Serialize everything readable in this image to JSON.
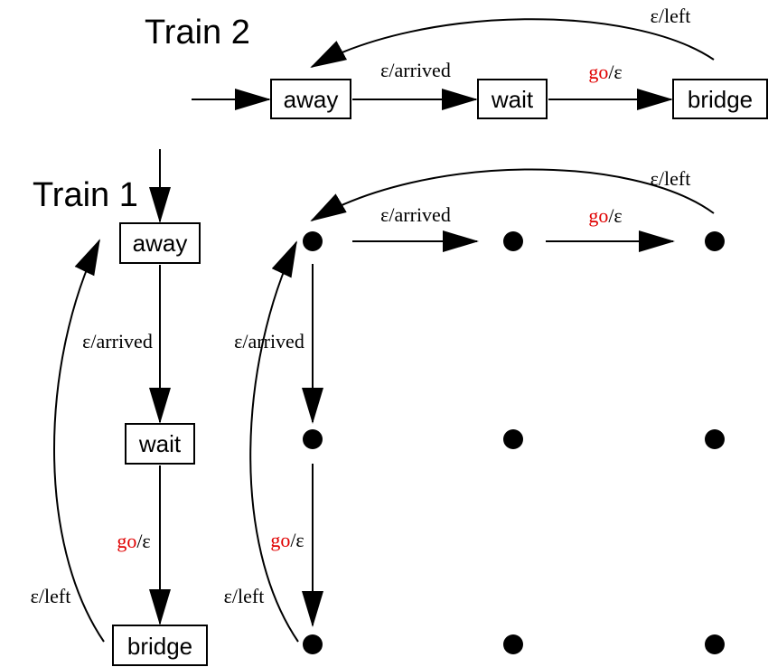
{
  "train2": {
    "title": "Train 2",
    "states": {
      "away": "away",
      "wait": "wait",
      "bridge": "bridge"
    },
    "edges": {
      "away_wait": {
        "prefix": "ε/arrived",
        "red": "",
        "suffix": ""
      },
      "wait_bridge": {
        "prefix": "",
        "red": "go",
        "suffix": "/ε"
      },
      "bridge_away": {
        "prefix": "ε/left",
        "red": "",
        "suffix": ""
      }
    }
  },
  "train1": {
    "title": "Train 1",
    "states": {
      "away": "away",
      "wait": "wait",
      "bridge": "bridge"
    },
    "edges": {
      "away_wait": {
        "prefix": "ε/arrived",
        "red": "",
        "suffix": ""
      },
      "wait_bridge": {
        "prefix": "",
        "red": "go",
        "suffix": "/ε"
      },
      "bridge_away": {
        "prefix": "ε/left",
        "red": "",
        "suffix": ""
      }
    }
  },
  "product": {
    "top_edges": {
      "a": {
        "prefix": "ε/arrived",
        "red": "",
        "suffix": ""
      },
      "b": {
        "prefix": "",
        "red": "go",
        "suffix": "/ε"
      },
      "c": {
        "prefix": "ε/left",
        "red": "",
        "suffix": ""
      }
    },
    "left_edges": {
      "a": {
        "prefix": "ε/arrived",
        "red": "",
        "suffix": ""
      },
      "b": {
        "prefix": "",
        "red": "go",
        "suffix": "/ε"
      },
      "c": {
        "prefix": "ε/left",
        "red": "",
        "suffix": ""
      }
    }
  },
  "colors": {
    "highlight": "#e00000",
    "ink": "#000000"
  }
}
